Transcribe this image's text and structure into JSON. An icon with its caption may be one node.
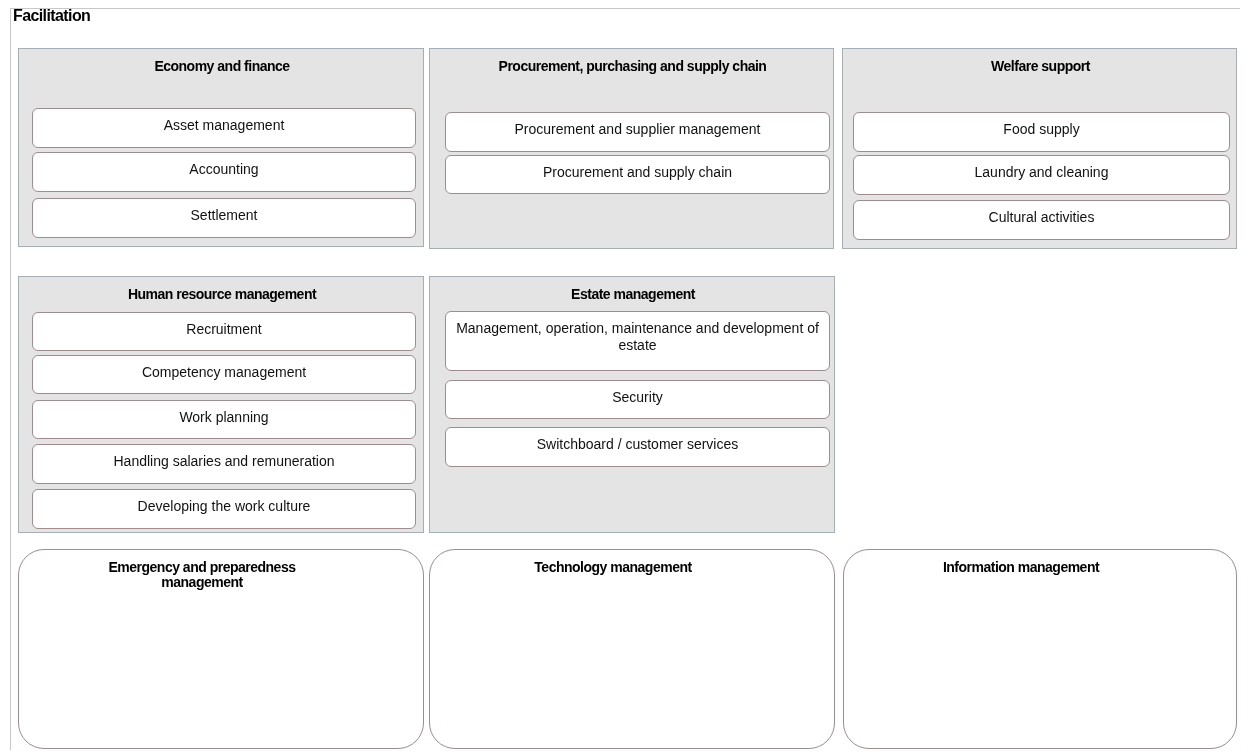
{
  "diagram": {
    "nodes": [
      {
        "text": [
          "Facilitation"
        ]
      },
      {
        "text": [
          "Economy and finance"
        ],
        "in": 0
      },
      {
        "text": [
          "Asset management"
        ],
        "in": 1
      },
      {
        "text": [
          "Accounting"
        ],
        "in": 1
      },
      {
        "text": [
          "Settlement"
        ],
        "in": 1
      },
      {
        "text": [
          "Procurement, purchasing and supply chain"
        ],
        "in": 0
      },
      {
        "text": [
          "Procurement and supplier management"
        ],
        "in": 5
      },
      {
        "text": [
          "Procurement and supply chain"
        ],
        "in": 5
      },
      {
        "text": [
          "Welfare support"
        ],
        "in": 0
      },
      {
        "text": [
          "Food supply"
        ],
        "in": 8
      },
      {
        "text": [
          "Laundry and cleaning"
        ],
        "in": 8
      },
      {
        "text": [
          "Cultural activities"
        ],
        "in": 8
      },
      {
        "text": [
          "Human resource management"
        ],
        "in": 0
      },
      {
        "text": [
          "Recruitment"
        ],
        "in": 12
      },
      {
        "text": [
          "Competency management"
        ],
        "in": 12
      },
      {
        "text": [
          "Work planning"
        ],
        "in": 12
      },
      {
        "text": [
          "Handling salaries and remuneration"
        ],
        "in": 12
      },
      {
        "text": [
          "Developing the work culture"
        ],
        "in": 12
      },
      {
        "text": [
          "Estate management"
        ],
        "in": 0
      },
      {
        "text": [
          "Management, operation, maintenance and development of estate"
        ],
        "in": 18
      },
      {
        "text": [
          "Security"
        ],
        "in": 18
      },
      {
        "text": [
          "Switchboard / customer services"
        ],
        "in": 18
      },
      {
        "text": [
          "Emergency and preparedness management"
        ],
        "in": 0
      },
      {
        "text": [
          "Technology management"
        ],
        "in": 0
      },
      {
        "text": [
          "Information management"
        ],
        "in": 0
      }
    ],
    "edges": []
  }
}
